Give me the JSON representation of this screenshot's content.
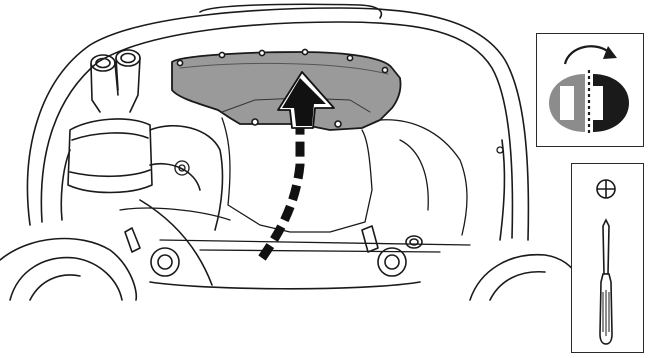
{
  "figure": {
    "illustration": "vehicle-rear-underbody",
    "main_part": "underbody-cover-panel",
    "arrow": "removal-direction-arrow",
    "symbols": [
      {
        "id": "reinstall",
        "icon": "reinstall-procedure-icon",
        "colors": {
          "left_half": "#8c8c8c",
          "right_half": "#1a1a1a"
        }
      },
      {
        "id": "tool",
        "icon": "phillips-screwdriver-icon",
        "tool_glyph": "⊕"
      }
    ],
    "colors": {
      "line": "#1a1a1a",
      "cover_fill": "#9a9a9a",
      "background": "#ffffff"
    }
  }
}
